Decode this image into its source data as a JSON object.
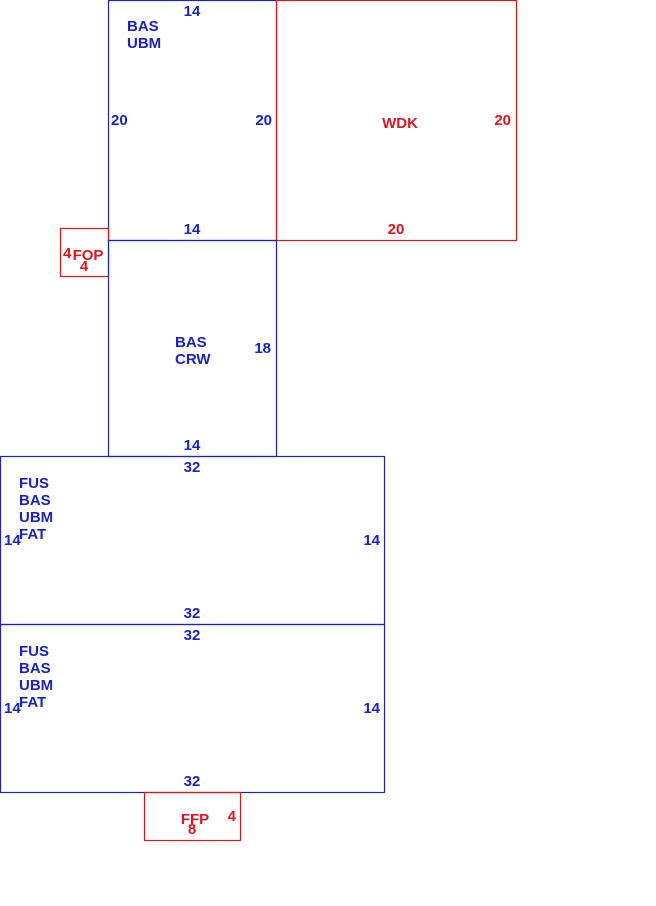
{
  "colors": {
    "main": "#1a23c4",
    "extra": "#e0141e"
  },
  "areas": [
    {
      "id": "upper-bas",
      "color": "main",
      "codes": [
        "BAS",
        "UBM"
      ],
      "dims": {
        "top": "14",
        "left": "20",
        "right": "20",
        "bottom": "14"
      }
    },
    {
      "id": "wdk",
      "color": "extra",
      "codes": [
        "WDK"
      ],
      "dims": {
        "right": "20",
        "bottom": "20"
      }
    },
    {
      "id": "fop",
      "color": "extra",
      "codes": [
        "FOP"
      ],
      "dims": {
        "left": "4",
        "bottom": "4"
      }
    },
    {
      "id": "crw",
      "color": "main",
      "codes": [
        "BAS",
        "CRW"
      ],
      "dims": {
        "right": "18",
        "bottom": "14"
      }
    },
    {
      "id": "fus-1",
      "color": "main",
      "codes": [
        "FUS",
        "BAS",
        "UBM",
        "FAT"
      ],
      "dims": {
        "top": "32",
        "left": "14",
        "right": "14",
        "bottom": "32"
      }
    },
    {
      "id": "fus-2",
      "color": "main",
      "codes": [
        "FUS",
        "BAS",
        "UBM",
        "FAT"
      ],
      "dims": {
        "top": "32",
        "left": "14",
        "right": "14",
        "bottom": "32"
      }
    },
    {
      "id": "ffp",
      "color": "extra",
      "codes": [
        "FFP"
      ],
      "dims": {
        "right": "4",
        "bottom": "8"
      }
    }
  ]
}
